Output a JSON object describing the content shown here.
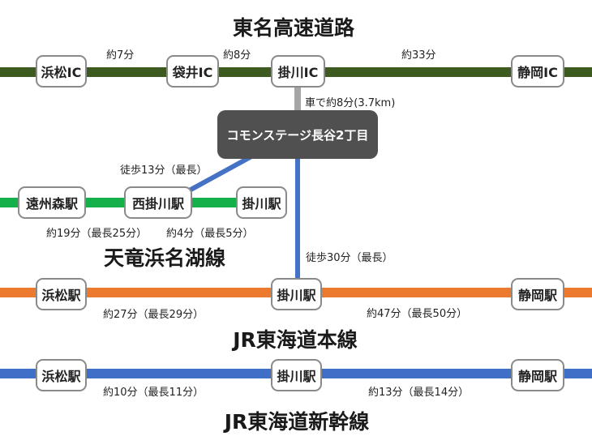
{
  "colors": {
    "expressway": "#3d5a1f",
    "tenryu": "#16b04a",
    "tokaido": "#ec7a2e",
    "shinkansen": "#3f6fc6",
    "walk": "#4472c4",
    "car": "#a6a6a6",
    "hub": "#505050"
  },
  "hub": {
    "label": "コモンステージ長谷2丁目"
  },
  "expressway": {
    "name": "東名高速道路",
    "stops": [
      "浜松IC",
      "袋井IC",
      "掛川IC",
      "静岡IC"
    ],
    "times": [
      "約7分",
      "約8分",
      "約33分"
    ],
    "access": "車で約8分(3.7km)"
  },
  "tenryu": {
    "name": "天竜浜名湖線",
    "stops": [
      "遠州森駅",
      "西掛川駅",
      "掛川駅"
    ],
    "times": [
      "約19分（最長25分）",
      "約4分（最長5分）"
    ],
    "walk": "徒歩13分（最長）"
  },
  "tokaido": {
    "name": "JR東海道本線",
    "stops": [
      "浜松駅",
      "掛川駅",
      "静岡駅"
    ],
    "times": [
      "約27分（最長29分）",
      "約47分（最長50分）"
    ],
    "walk": "徒歩30分（最長）"
  },
  "shinkansen": {
    "name": "JR東海道新幹線",
    "stops": [
      "浜松駅",
      "掛川駅",
      "静岡駅"
    ],
    "times": [
      "約10分（最長11分）",
      "約13分（最長14分）"
    ]
  }
}
